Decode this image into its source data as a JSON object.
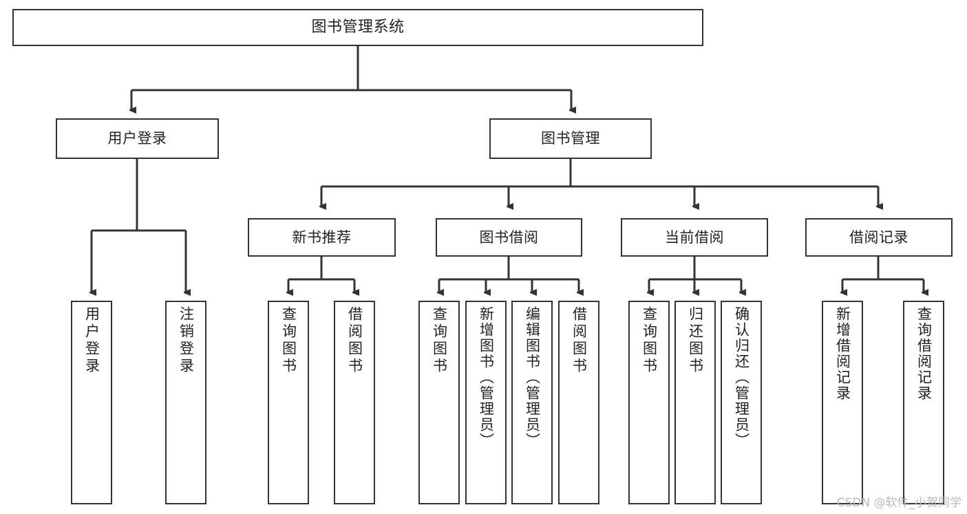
{
  "diagram": {
    "type": "tree",
    "title": "图书管理系统",
    "orientation": "top-down",
    "background_color": "#ffffff",
    "node_border_color": "#333333",
    "node_fill_color": "#ffffff",
    "edge_color": "#333333",
    "text_color": "#222222"
  },
  "nodes": {
    "root": {
      "label": "图书管理系统"
    },
    "level1": [
      {
        "id": "user-login",
        "label": "用户登录"
      },
      {
        "id": "book-management",
        "label": "图书管理"
      }
    ],
    "level2": [
      {
        "id": "new-book-recommend",
        "label": "新书推荐",
        "parent": "book-management"
      },
      {
        "id": "book-borrow",
        "label": "图书借阅",
        "parent": "book-management"
      },
      {
        "id": "current-borrow",
        "label": "当前借阅",
        "parent": "book-management"
      },
      {
        "id": "borrow-record",
        "label": "借阅记录",
        "parent": "book-management"
      }
    ],
    "leaves": {
      "user_login": [
        {
          "id": "leaf-user-login",
          "label": "用户登录"
        },
        {
          "id": "leaf-logout-login",
          "label": "注销登录"
        }
      ],
      "new_book_recommend": [
        {
          "id": "leaf-query-book-1",
          "label": "查询图书"
        },
        {
          "id": "leaf-borrow-book-1",
          "label": "借阅图书"
        }
      ],
      "book_borrow": [
        {
          "id": "leaf-query-book-2",
          "label": "查询图书"
        },
        {
          "id": "leaf-add-book",
          "label": "新增图书（管理员）"
        },
        {
          "id": "leaf-edit-book",
          "label": "编辑图书（管理员）"
        },
        {
          "id": "leaf-borrow-book-2",
          "label": "借阅图书"
        }
      ],
      "current_borrow": [
        {
          "id": "leaf-query-book-3",
          "label": "查询图书"
        },
        {
          "id": "leaf-return-book",
          "label": "归还图书"
        },
        {
          "id": "leaf-confirm-return",
          "label": "确认归还（管理员）"
        }
      ],
      "borrow_record": [
        {
          "id": "leaf-add-record",
          "label": "新增借阅记录"
        },
        {
          "id": "leaf-query-record",
          "label": "查询借阅记录"
        }
      ]
    }
  },
  "watermark": {
    "text": "CSDN @软件_小贺同学"
  }
}
